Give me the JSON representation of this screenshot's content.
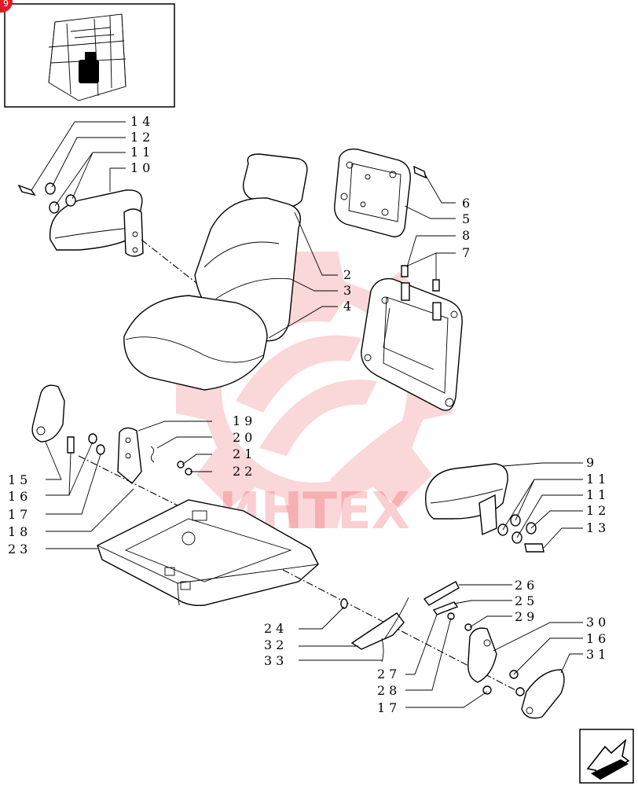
{
  "page_badge": "9",
  "watermark": {
    "text": "ИНТЕХ",
    "color": "#e8262d"
  },
  "callouts": {
    "c14a": "14",
    "c12a": "12",
    "c11a": "11",
    "c10": "10",
    "c6": "6",
    "c5": "5",
    "c8": "8",
    "c7": "7",
    "c2": "2",
    "c3": "3",
    "c4": "4",
    "c19": "19",
    "c20": "20",
    "c21": "21",
    "c22": "22",
    "c15": "15",
    "c16a": "16",
    "c17a": "17",
    "c18": "18",
    "c23": "23",
    "c9": "9",
    "c11b": "11",
    "c11c": "11",
    "c12b": "12",
    "c13": "13",
    "c26": "26",
    "c25": "25",
    "c29": "29",
    "c30": "30",
    "c16b": "16",
    "c31": "31",
    "c24": "24",
    "c32": "32",
    "c33": "33",
    "c27": "27",
    "c28": "28",
    "c17b": "17"
  },
  "nav_icon": "next-page-arrow-icon"
}
